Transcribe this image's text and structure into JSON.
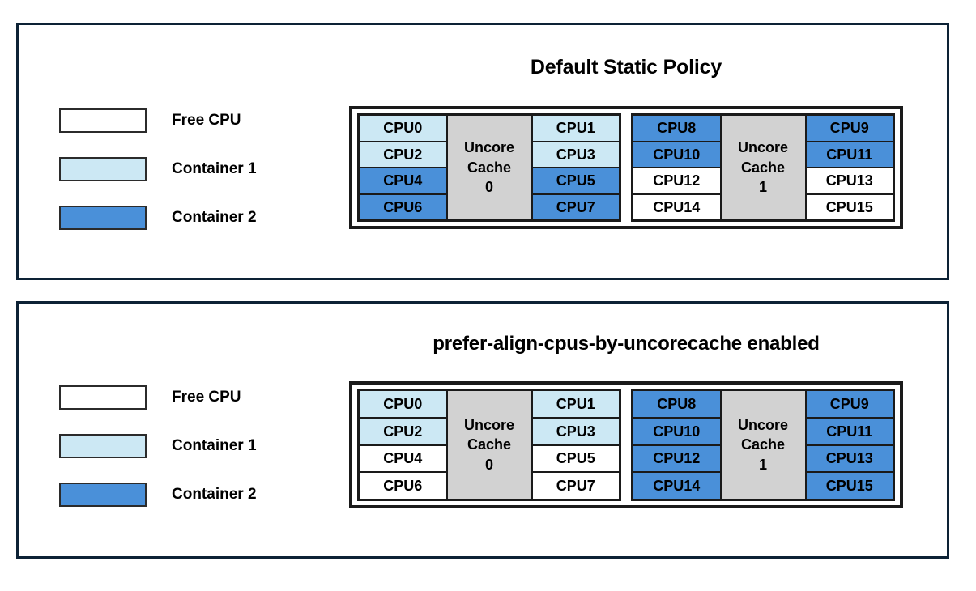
{
  "panels": [
    {
      "id": "default-static-policy",
      "title": "Default Static Policy",
      "legend": [
        {
          "label": "Free CPU",
          "swatch_class": "sw-free",
          "color": "#ffffff"
        },
        {
          "label": "Container 1",
          "swatch_class": "sw-container1",
          "color": "#cce8f4"
        },
        {
          "label": "Container 2",
          "swatch_class": "sw-container2",
          "color": "#4a90d9"
        }
      ],
      "cache_groups": [
        {
          "cache_label_line1": "Uncore",
          "cache_label_line2": "Cache",
          "cache_label_line3": "0",
          "left_column": [
            {
              "label": "CPU0",
              "state": "container1"
            },
            {
              "label": "CPU2",
              "state": "container1"
            },
            {
              "label": "CPU4",
              "state": "container2"
            },
            {
              "label": "CPU6",
              "state": "container2"
            }
          ],
          "right_column": [
            {
              "label": "CPU1",
              "state": "container1"
            },
            {
              "label": "CPU3",
              "state": "container1"
            },
            {
              "label": "CPU5",
              "state": "container2"
            },
            {
              "label": "CPU7",
              "state": "container2"
            }
          ]
        },
        {
          "cache_label_line1": "Uncore",
          "cache_label_line2": "Cache",
          "cache_label_line3": "1",
          "left_column": [
            {
              "label": "CPU8",
              "state": "container2"
            },
            {
              "label": "CPU10",
              "state": "container2"
            },
            {
              "label": "CPU12",
              "state": "free"
            },
            {
              "label": "CPU14",
              "state": "free"
            }
          ],
          "right_column": [
            {
              "label": "CPU9",
              "state": "container2"
            },
            {
              "label": "CPU11",
              "state": "container2"
            },
            {
              "label": "CPU13",
              "state": "free"
            },
            {
              "label": "CPU15",
              "state": "free"
            }
          ]
        }
      ]
    },
    {
      "id": "prefer-align-cpus-by-uncorecache-enabled",
      "title": "prefer-align-cpus-by-uncorecache enabled",
      "legend": [
        {
          "label": "Free CPU",
          "swatch_class": "sw-free",
          "color": "#ffffff"
        },
        {
          "label": "Container 1",
          "swatch_class": "sw-container1",
          "color": "#cce8f4"
        },
        {
          "label": "Container 2",
          "swatch_class": "sw-container2",
          "color": "#4a90d9"
        }
      ],
      "cache_groups": [
        {
          "cache_label_line1": "Uncore",
          "cache_label_line2": "Cache",
          "cache_label_line3": "0",
          "left_column": [
            {
              "label": "CPU0",
              "state": "container1"
            },
            {
              "label": "CPU2",
              "state": "container1"
            },
            {
              "label": "CPU4",
              "state": "free"
            },
            {
              "label": "CPU6",
              "state": "free"
            }
          ],
          "right_column": [
            {
              "label": "CPU1",
              "state": "container1"
            },
            {
              "label": "CPU3",
              "state": "container1"
            },
            {
              "label": "CPU5",
              "state": "free"
            },
            {
              "label": "CPU7",
              "state": "free"
            }
          ]
        },
        {
          "cache_label_line1": "Uncore",
          "cache_label_line2": "Cache",
          "cache_label_line3": "1",
          "left_column": [
            {
              "label": "CPU8",
              "state": "container2"
            },
            {
              "label": "CPU10",
              "state": "container2"
            },
            {
              "label": "CPU12",
              "state": "container2"
            },
            {
              "label": "CPU14",
              "state": "container2"
            }
          ],
          "right_column": [
            {
              "label": "CPU9",
              "state": "container2"
            },
            {
              "label": "CPU11",
              "state": "container2"
            },
            {
              "label": "CPU13",
              "state": "container2"
            },
            {
              "label": "CPU15",
              "state": "container2"
            }
          ]
        }
      ]
    }
  ],
  "colors": {
    "panel_border": "#0d2235",
    "diagram_border": "#1a1a1a",
    "cache_fill": "#d2d2d2",
    "free_cpu": "#ffffff",
    "container1": "#cce8f4",
    "container2": "#4a90d9"
  }
}
